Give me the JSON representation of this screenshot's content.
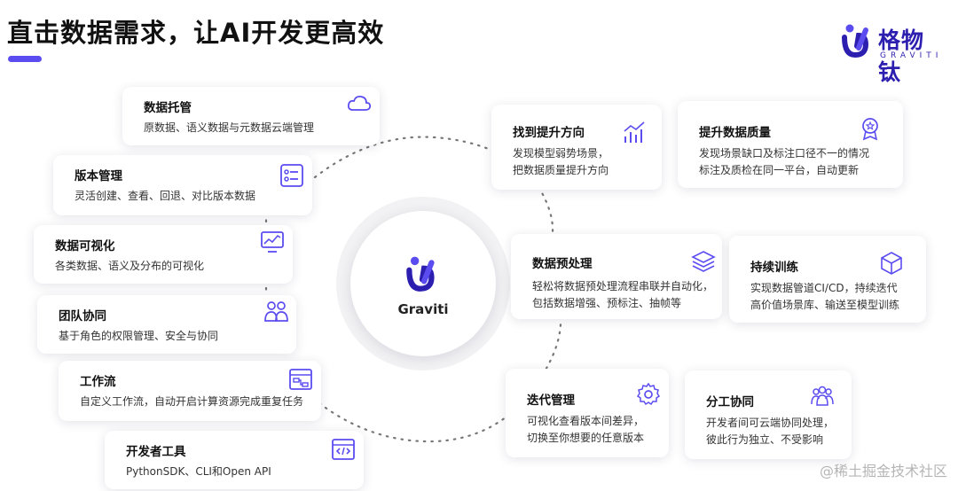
{
  "header": {
    "title": "直击数据需求，让AI开发更高效"
  },
  "brand": {
    "name": "格物钛",
    "sub": "GRAVITI"
  },
  "hub": {
    "label": "Graviti"
  },
  "colors": {
    "accent": "#5b4cf0",
    "brand_dark": "#2c1fb0",
    "dots": "#777777"
  },
  "left_cards": [
    {
      "title": "数据托管",
      "desc": "原数据、语义数据与元数据云端管理",
      "icon": "cloud-icon"
    },
    {
      "title": "版本管理",
      "desc": "灵活创建、查看、回退、对比版本数据",
      "icon": "version-list-icon"
    },
    {
      "title": "数据可视化",
      "desc": "各类数据、语义及分布的可视化",
      "icon": "monitor-chart-icon"
    },
    {
      "title": "团队协同",
      "desc": "基于角色的权限管理、安全与协同",
      "icon": "team-icon"
    },
    {
      "title": "工作流",
      "desc": "自定义工作流，自动开启计算资源完成重复任务",
      "icon": "workflow-icon"
    },
    {
      "title": "开发者工具",
      "desc": "PythonSDK、CLI和Open API",
      "icon": "code-window-icon"
    }
  ],
  "right_cards": [
    {
      "title": "找到提升方向",
      "desc": "发现模型弱势场景，\n把数据质量提升方向",
      "icon": "bar-trend-icon"
    },
    {
      "title": "提升数据质量",
      "desc": "发现场景缺口及标注口径不一的情况\n标注及质检在同一平台，自动更新",
      "icon": "award-icon"
    },
    {
      "title": "数据预处理",
      "desc": "轻松将数据预处理流程串联并自动化，\n包括数据增强、预标注、抽帧等",
      "icon": "layers-icon"
    },
    {
      "title": "持续训练",
      "desc": "实现数据管道CI/CD，持续迭代\n高价值场景库、输送至模型训练",
      "icon": "cube-icon"
    },
    {
      "title": "迭代管理",
      "desc": "可视化查看版本间差异，\n切换至你想要的任意版本",
      "icon": "gear-icon"
    },
    {
      "title": "分工协同",
      "desc": "开发者间可云端协同处理，\n彼此行为独立、不受影响",
      "icon": "group-icon"
    }
  ],
  "watermark": "@稀土掘金技术社区"
}
